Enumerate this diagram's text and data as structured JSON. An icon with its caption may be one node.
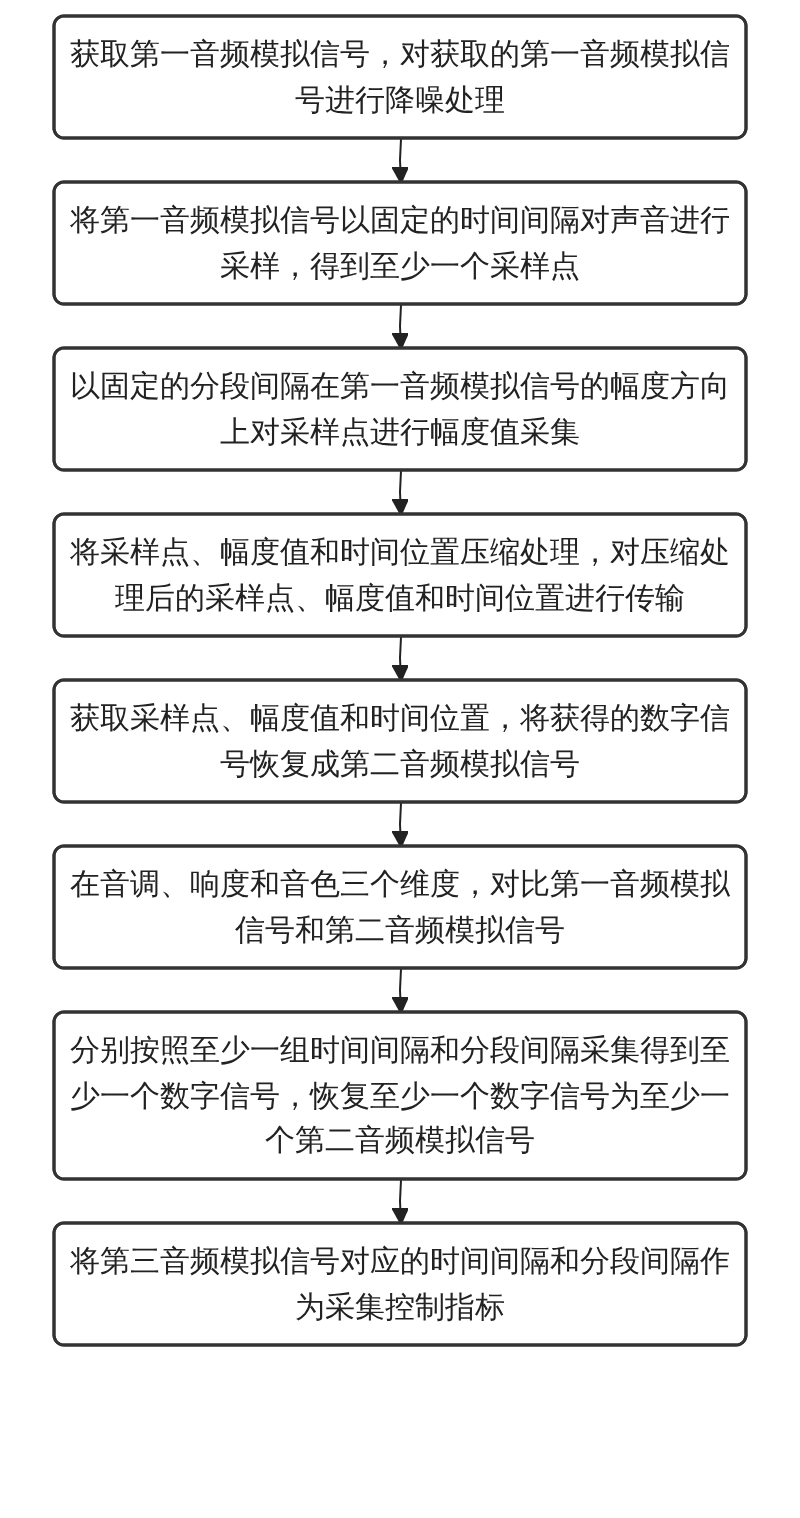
{
  "diagram": {
    "nodes": [
      {
        "text": [
          "获取第一音频模拟信号，对获取的第一音频模拟信号进行降噪处理"
        ]
      },
      {
        "text": [
          "将第一音频模拟信号以固定的时间间隔对声音进行采样，得到至少一个采样点"
        ]
      },
      {
        "text": [
          "以固定的分段间隔在第一音频模拟信号的幅度方向上对采样点进行幅度值采集"
        ]
      },
      {
        "text": [
          "将采样点、幅度值和时间位置压缩处理，对压缩处理后的采样点、幅度值和时间位置进行传输"
        ]
      },
      {
        "text": [
          "获取采样点、幅度值和时间位置，将获得的数字信号恢复成第二音频模拟信号"
        ]
      },
      {
        "text": [
          "在音调、响度和音色三个维度，对比第一音频模拟信号和第二音频模拟信号"
        ]
      },
      {
        "text": [
          "分别按照至少一组时间间隔和分段间隔采集得到至少一个数字信号，恢复至少一个数字信号为至少一个第二音频模拟信号"
        ]
      },
      {
        "text": [
          "将第三音频模拟信号对应的时间间隔和分段间隔作为采集控制指标"
        ]
      }
    ],
    "edges": [
      {
        "from": 0,
        "to": 1,
        "arrow": "to"
      },
      {
        "from": 1,
        "to": 2,
        "arrow": "to"
      },
      {
        "from": 2,
        "to": 3,
        "arrow": "to"
      },
      {
        "from": 3,
        "to": 4,
        "arrow": "to"
      },
      {
        "from": 4,
        "to": 5,
        "arrow": "to"
      },
      {
        "from": 5,
        "to": 6,
        "arrow": "to"
      },
      {
        "from": 6,
        "to": 7,
        "arrow": "to"
      }
    ]
  }
}
